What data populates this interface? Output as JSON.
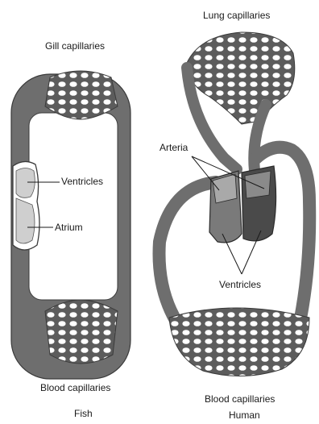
{
  "labels": {
    "fish_gill": "Gill capillaries",
    "fish_ventricles": "Ventricles",
    "fish_atrium": "Atrium",
    "fish_blood": "Blood capillaries",
    "fish_caption": "Fish",
    "human_lung": "Lung capillaries",
    "human_arteria": "Arteria",
    "human_ventricles": "Ventricles",
    "human_blood": "Blood capillaries",
    "human_caption": "Human"
  },
  "colors": {
    "vessel": "#6e6e6e",
    "vessel_dark": "#3f3f3f",
    "vessel_light": "#a9a9a9",
    "heart_fill": "#cfcfcf",
    "outline": "#2b2b2b",
    "background": "#ffffff"
  }
}
